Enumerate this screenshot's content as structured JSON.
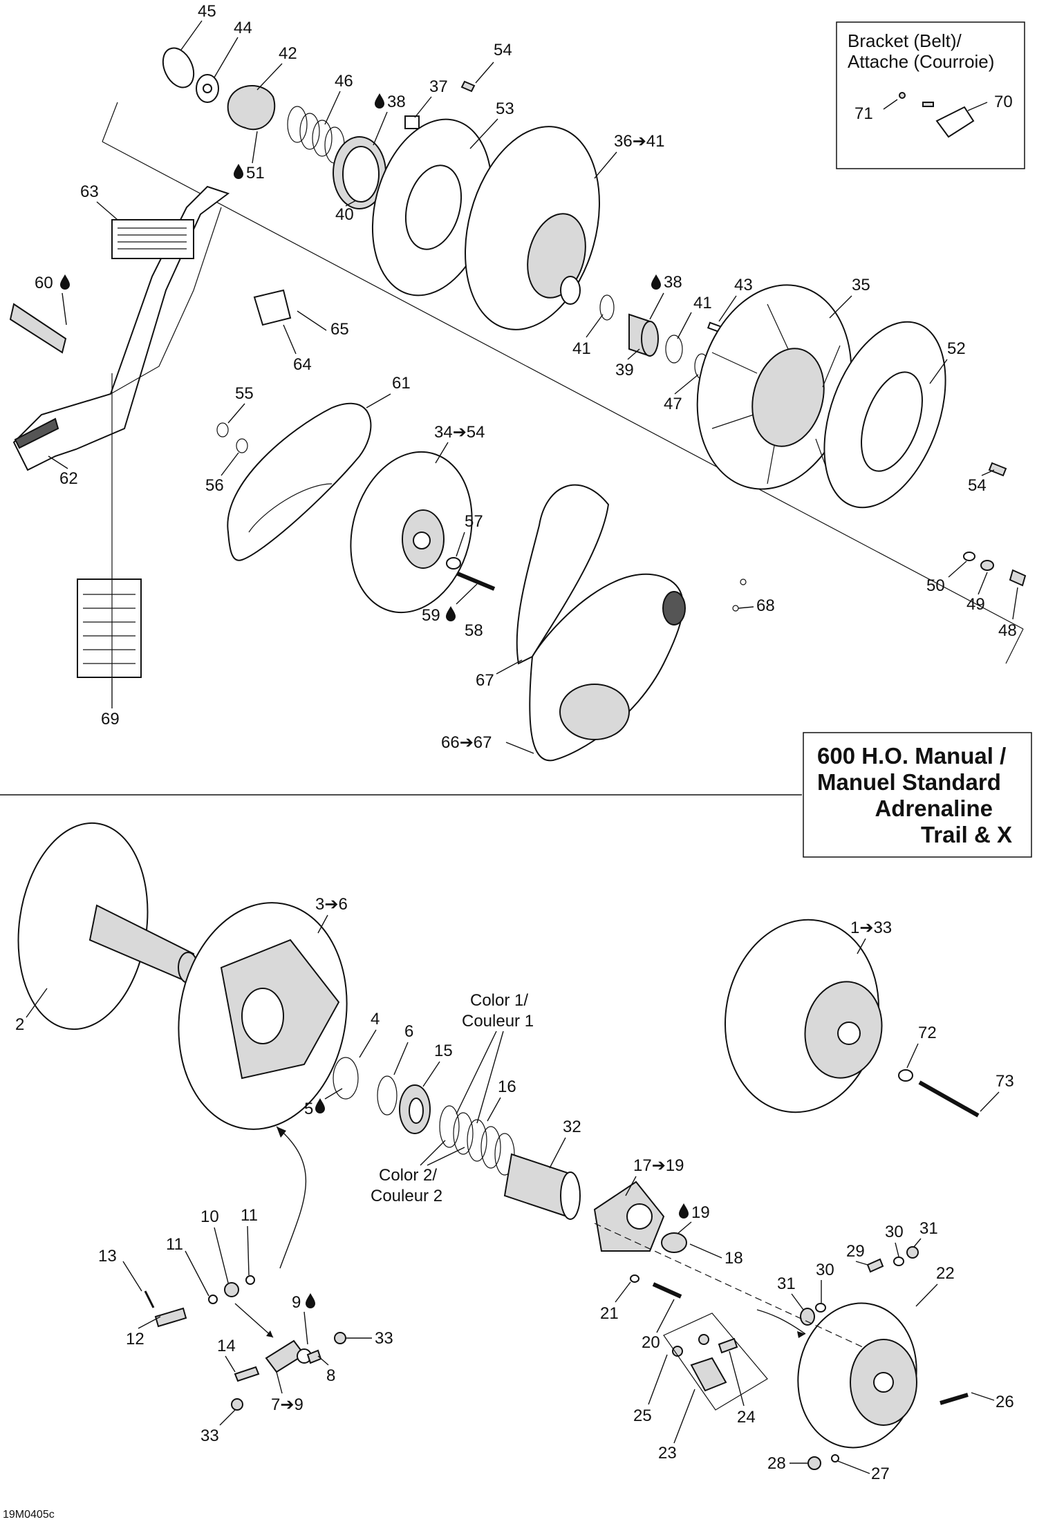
{
  "title_box": {
    "lines": [
      "600 H.O. Manual /",
      "Manuel Standard",
      "Adrenaline",
      "Trail & X"
    ]
  },
  "bracket_box": {
    "lines": [
      "Bracket (Belt)/",
      "Attache (Courroie)"
    ]
  },
  "figure_ref": "19M0405c",
  "color_notes": {
    "color1": [
      "Color 1/",
      "Couleur 1"
    ],
    "color2": [
      "Color 2/",
      "Couleur 2"
    ]
  },
  "callouts_top": [
    "45",
    "44",
    "42",
    "46",
    "38",
    "37",
    "54",
    "53",
    "36➔41",
    "51",
    "40",
    "63",
    "60",
    "65",
    "64",
    "38",
    "41",
    "43",
    "35",
    "41",
    "39",
    "47",
    "52",
    "55",
    "61",
    "34➔54",
    "56",
    "62",
    "57",
    "54",
    "50",
    "49",
    "48",
    "59",
    "58",
    "68",
    "67",
    "69",
    "66➔67",
    "71",
    "70"
  ],
  "callouts_bottom": [
    "3➔6",
    "1➔33",
    "2",
    "4",
    "6",
    "15",
    "16",
    "5",
    "72",
    "73",
    "32",
    "17➔19",
    "19",
    "18",
    "10",
    "11",
    "11",
    "13",
    "12",
    "9",
    "8",
    "33",
    "14",
    "7➔9",
    "33",
    "21",
    "20",
    "31",
    "30",
    "29",
    "30",
    "31",
    "22",
    "25",
    "24",
    "23",
    "26",
    "28",
    "27"
  ],
  "icons": [
    "oil-drop-icon",
    "arrow-right-icon"
  ]
}
